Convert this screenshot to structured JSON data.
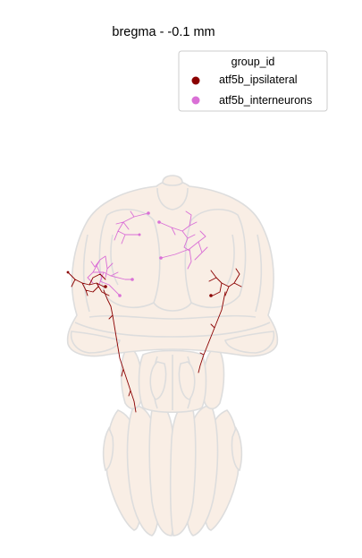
{
  "title": "bregma - -0.1 mm",
  "legend": {
    "title": "group_id",
    "items": [
      {
        "label": "atf5b_ipsilateral",
        "color": "#8b0000"
      },
      {
        "label": "atf5b_interneurons",
        "color": "#da70d6"
      }
    ]
  }
}
